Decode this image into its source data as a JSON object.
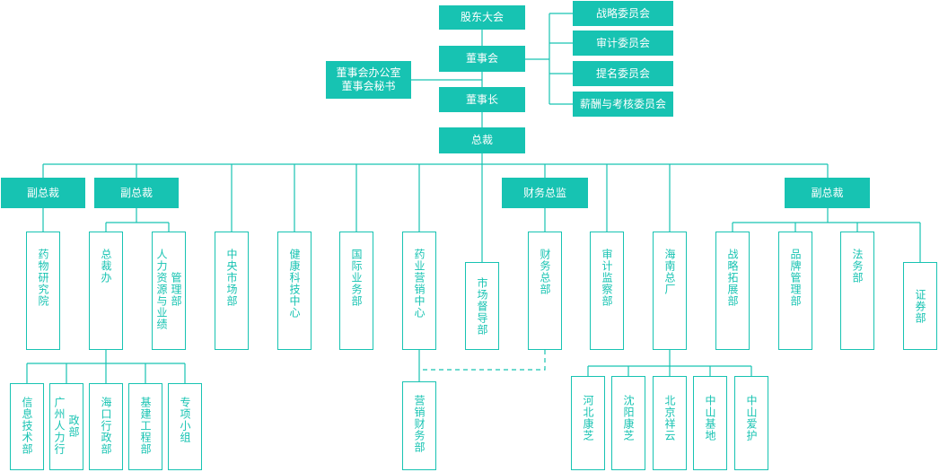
{
  "colors": {
    "accent": "#17c3b2",
    "line": "#17c3b2",
    "text_outline": "#17c3b2",
    "text_filled": "#ffffff"
  },
  "top": {
    "shareholders": "股东大会",
    "board": "董事会",
    "chairman": "董事长",
    "board_office_line1": "董事会办公室",
    "board_office_line2": "董事会秘书",
    "president": "总裁"
  },
  "committees": [
    "战略委员会",
    "审计委员会",
    "提名委员会",
    "薪酬与考核委员会"
  ],
  "executives": {
    "vp1": "副总裁",
    "vp2": "副总裁",
    "cfo": "财务总监",
    "vp3": "副总裁"
  },
  "departments": {
    "pharma_research": "药物研究院",
    "president_office": "总裁办",
    "hr": "管理部\n人力资源与业绩",
    "central_market": "中央市场部",
    "health_tech": "健康科技中心",
    "international": "国际业务部",
    "pharma_marketing": "药业营销中心",
    "market_supervision": "市场督导部",
    "finance": "财务总部",
    "audit": "审计监察部",
    "hainan_plant": "海南总厂",
    "strategy_dev": "战略拓展部",
    "brand_mgmt": "品牌管理部",
    "legal": "法务部",
    "securities": "证券部"
  },
  "sub_units": {
    "it": "信息技术部",
    "gz_admin": "政部\n广州人力行",
    "hk_admin": "海口行政部",
    "infra": "基建工程部",
    "special": "专项小组",
    "sales_finance": "营销财务部",
    "hebei": "河北康芝",
    "shenyang": "沈阳康芝",
    "beijing": "北京祥云",
    "zhongshan_base": "中山基地",
    "zhongshan_aihu": "中山爱护"
  }
}
